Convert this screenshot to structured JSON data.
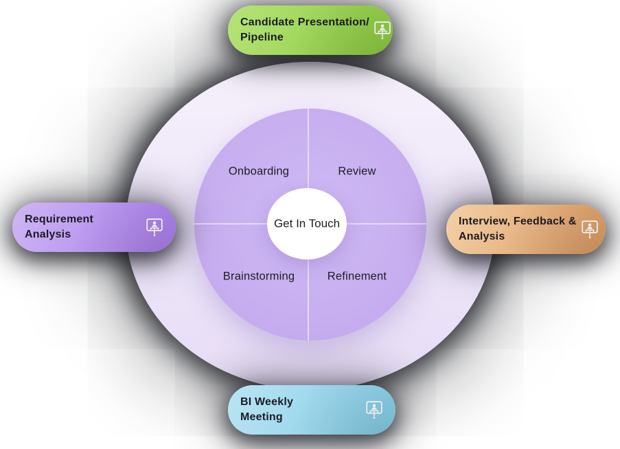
{
  "diagram": {
    "center_label": "Get In Touch",
    "quadrants": [
      "Onboarding",
      "Review",
      "Brainstorming",
      "Refinement"
    ],
    "pills": [
      {
        "id": "candidate-presentation-pipeline",
        "lines": [
          "Candidate Presentation/",
          "Pipeline"
        ],
        "icon": "presentation-board-icon",
        "gradient_from": "#b6e478",
        "gradient_to": "#8bca3e"
      },
      {
        "id": "requirement-analysis",
        "lines": [
          "Requirement",
          "Analysis"
        ],
        "icon": "presentation-board-icon",
        "gradient_from": "#cfb6f5",
        "gradient_to": "#a87ceb"
      },
      {
        "id": "interview-feedback-analysis",
        "lines": [
          "Interview, Feedback &",
          "Analysis"
        ],
        "icon": "presentation-board-icon",
        "gradient_from": "#f4d0a6",
        "gradient_to": "#db9960"
      },
      {
        "id": "bi-weekly-meeting",
        "lines": [
          "BI Weekly",
          "Meeting"
        ],
        "icon": "presentation-board-icon",
        "gradient_from": "#bae5f4",
        "gradient_to": "#81cbe5"
      }
    ],
    "colors": {
      "outer_ring": "#eee7f9",
      "inner_wheel": "#c8b0f0",
      "quadrant_divider": "rgba(255,255,255,0.55)",
      "center_circle": "#ffffff",
      "text": "#1d1d27",
      "icon": "#ffffff"
    }
  }
}
